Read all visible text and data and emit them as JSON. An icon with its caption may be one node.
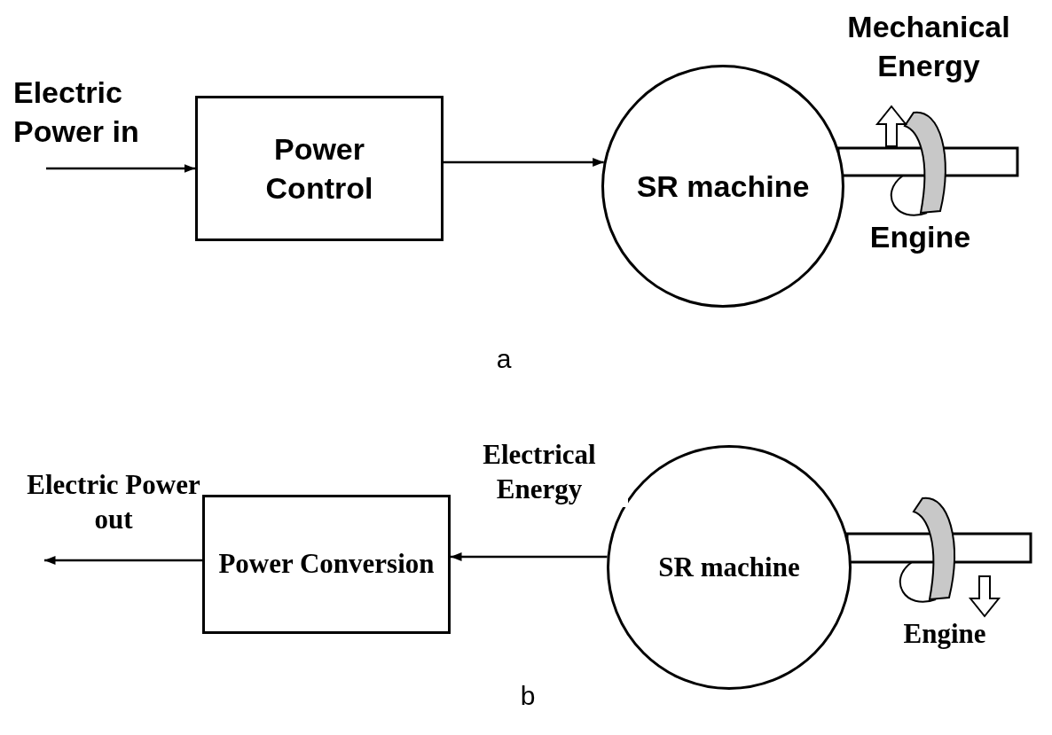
{
  "diagram": {
    "nodes": [
      {
        "text": [
          "Power Control"
        ]
      },
      {
        "text": [
          "SR machine"
        ]
      },
      {
        "text": [
          "Power Conversion"
        ]
      },
      {
        "text": [
          "SR machine"
        ]
      }
    ],
    "edges": [
      {
        "from": null,
        "to": 0,
        "arrow": "to",
        "label": "Electric Power in"
      },
      {
        "from": 0,
        "to": 1,
        "arrow": "to"
      },
      {
        "from": 3,
        "to": 2,
        "arrow": "to",
        "label": "Electrical Energy"
      },
      {
        "from": 2,
        "to": null,
        "arrow": "to",
        "label": "Electric Power out"
      }
    ],
    "labels": [
      "Mechanical Energy",
      "Engine",
      "a",
      "Engine",
      "b"
    ]
  }
}
